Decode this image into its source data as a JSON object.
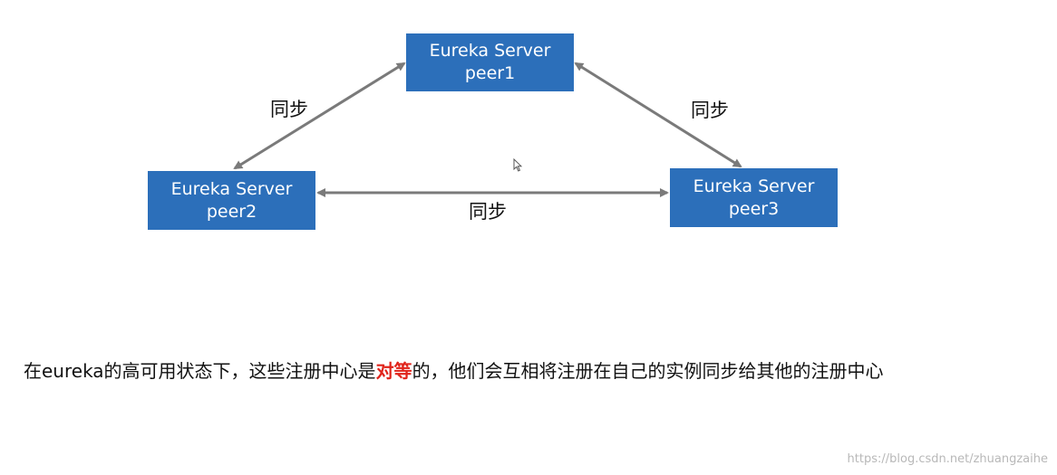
{
  "nodes": {
    "peer1": {
      "line1": "Eureka Server",
      "line2": "peer1"
    },
    "peer2": {
      "line1": "Eureka Server",
      "line2": "peer2"
    },
    "peer3": {
      "line1": "Eureka Server",
      "line2": "peer3"
    }
  },
  "edges": {
    "peer1_peer2": {
      "label": "同步"
    },
    "peer1_peer3": {
      "label": "同步"
    },
    "peer2_peer3": {
      "label": "同步"
    }
  },
  "caption": {
    "before": "在eureka的高可用状态下，这些注册中心是",
    "highlight": "对等",
    "after": "的，他们会互相将注册在自己的实例同步给其他的注册中心"
  },
  "watermark": "https://blog.csdn.net/zhuangzaihe",
  "colors": {
    "node_fill": "#2c6fba",
    "arrow": "#7a7a7a",
    "highlight": "#e0241b"
  }
}
